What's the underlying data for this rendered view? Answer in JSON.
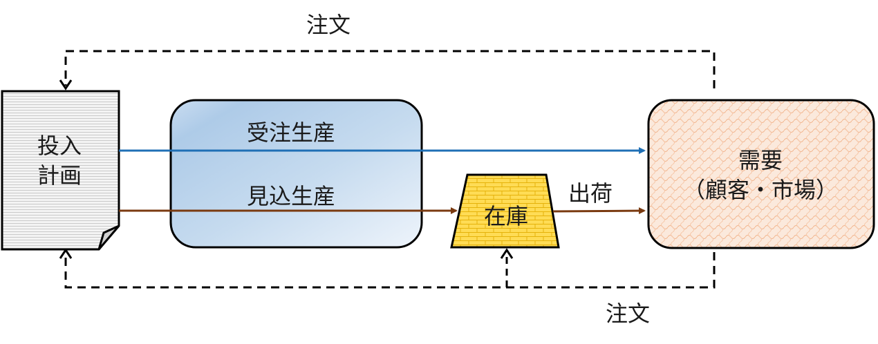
{
  "nodes": {
    "plan": {
      "line1": "投入",
      "line2": "計画"
    },
    "production": {
      "order_label": "受注生産",
      "forecast_label": "見込生産"
    },
    "inventory": {
      "label": "在庫"
    },
    "demand": {
      "line1": "需要",
      "line2": "（顧客・市場）"
    }
  },
  "edges": {
    "shipping_label": "出荷",
    "order_top_label": "注文",
    "order_bottom_label": "注文"
  },
  "colors": {
    "order_production_line": "#1f6fb5",
    "forecast_production_line": "#7a3a10",
    "production_fill_light": "#e9f1fa",
    "production_fill_dark": "#b6d1ea",
    "inventory_fill": "#ffd84a",
    "inventory_brick": "#e8b300",
    "demand_pattern": "#f0a070"
  }
}
